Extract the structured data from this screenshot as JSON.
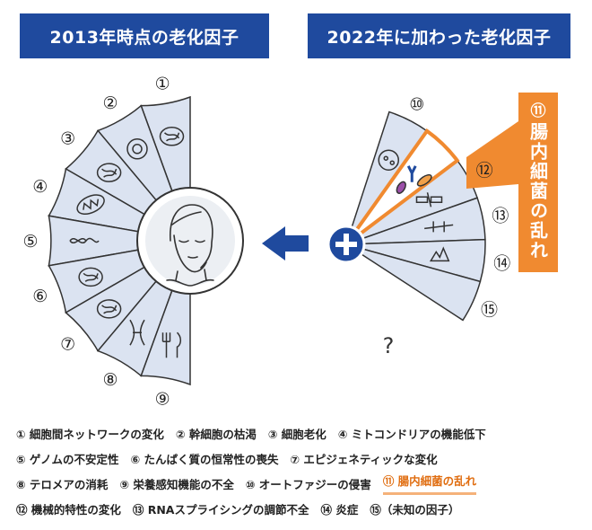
{
  "header": {
    "left": "2013年時点の老化因子",
    "right": "2022年に加わった老化因子"
  },
  "wheel_left": {
    "numbers": [
      "①",
      "②",
      "③",
      "④",
      "⑤",
      "⑥",
      "⑦",
      "⑧",
      "⑨"
    ]
  },
  "wheel_right": {
    "numbers": [
      "⑩",
      "⑪",
      "⑫",
      "⑬",
      "⑭",
      "⑮"
    ],
    "unknown_mark": "?"
  },
  "callout": {
    "number": "⑪",
    "text": "腸内細菌の乱れ"
  },
  "legend": {
    "rows": [
      [
        "① 細胞間ネットワークの変化",
        "② 幹細胞の枯渇",
        "③ 細胞老化",
        "④ ミトコンドリアの機能低下"
      ],
      [
        "⑤ ゲノムの不安定性",
        "⑥ たんぱく質の恒常性の喪失",
        "⑦ エピジェネティックな変化"
      ],
      [
        "⑧ テロメアの消耗",
        "⑨ 栄養感知機能の不全",
        "⑩ オートファジーの侵害",
        "⑪ 腸内細菌の乱れ"
      ],
      [
        "⑫ 機械的特性の変化",
        "⑬ RNAスプライシングの調節不全",
        "⑭ 炎症",
        "⑮（未知の因子）"
      ]
    ],
    "highlighted": "⑪ 腸内細菌の乱れ"
  },
  "colors": {
    "header_bg": "#1f4a9e",
    "segment_fill": "#dbe3f1",
    "highlight": "#f08a30",
    "arrow": "#1f4a9e"
  }
}
